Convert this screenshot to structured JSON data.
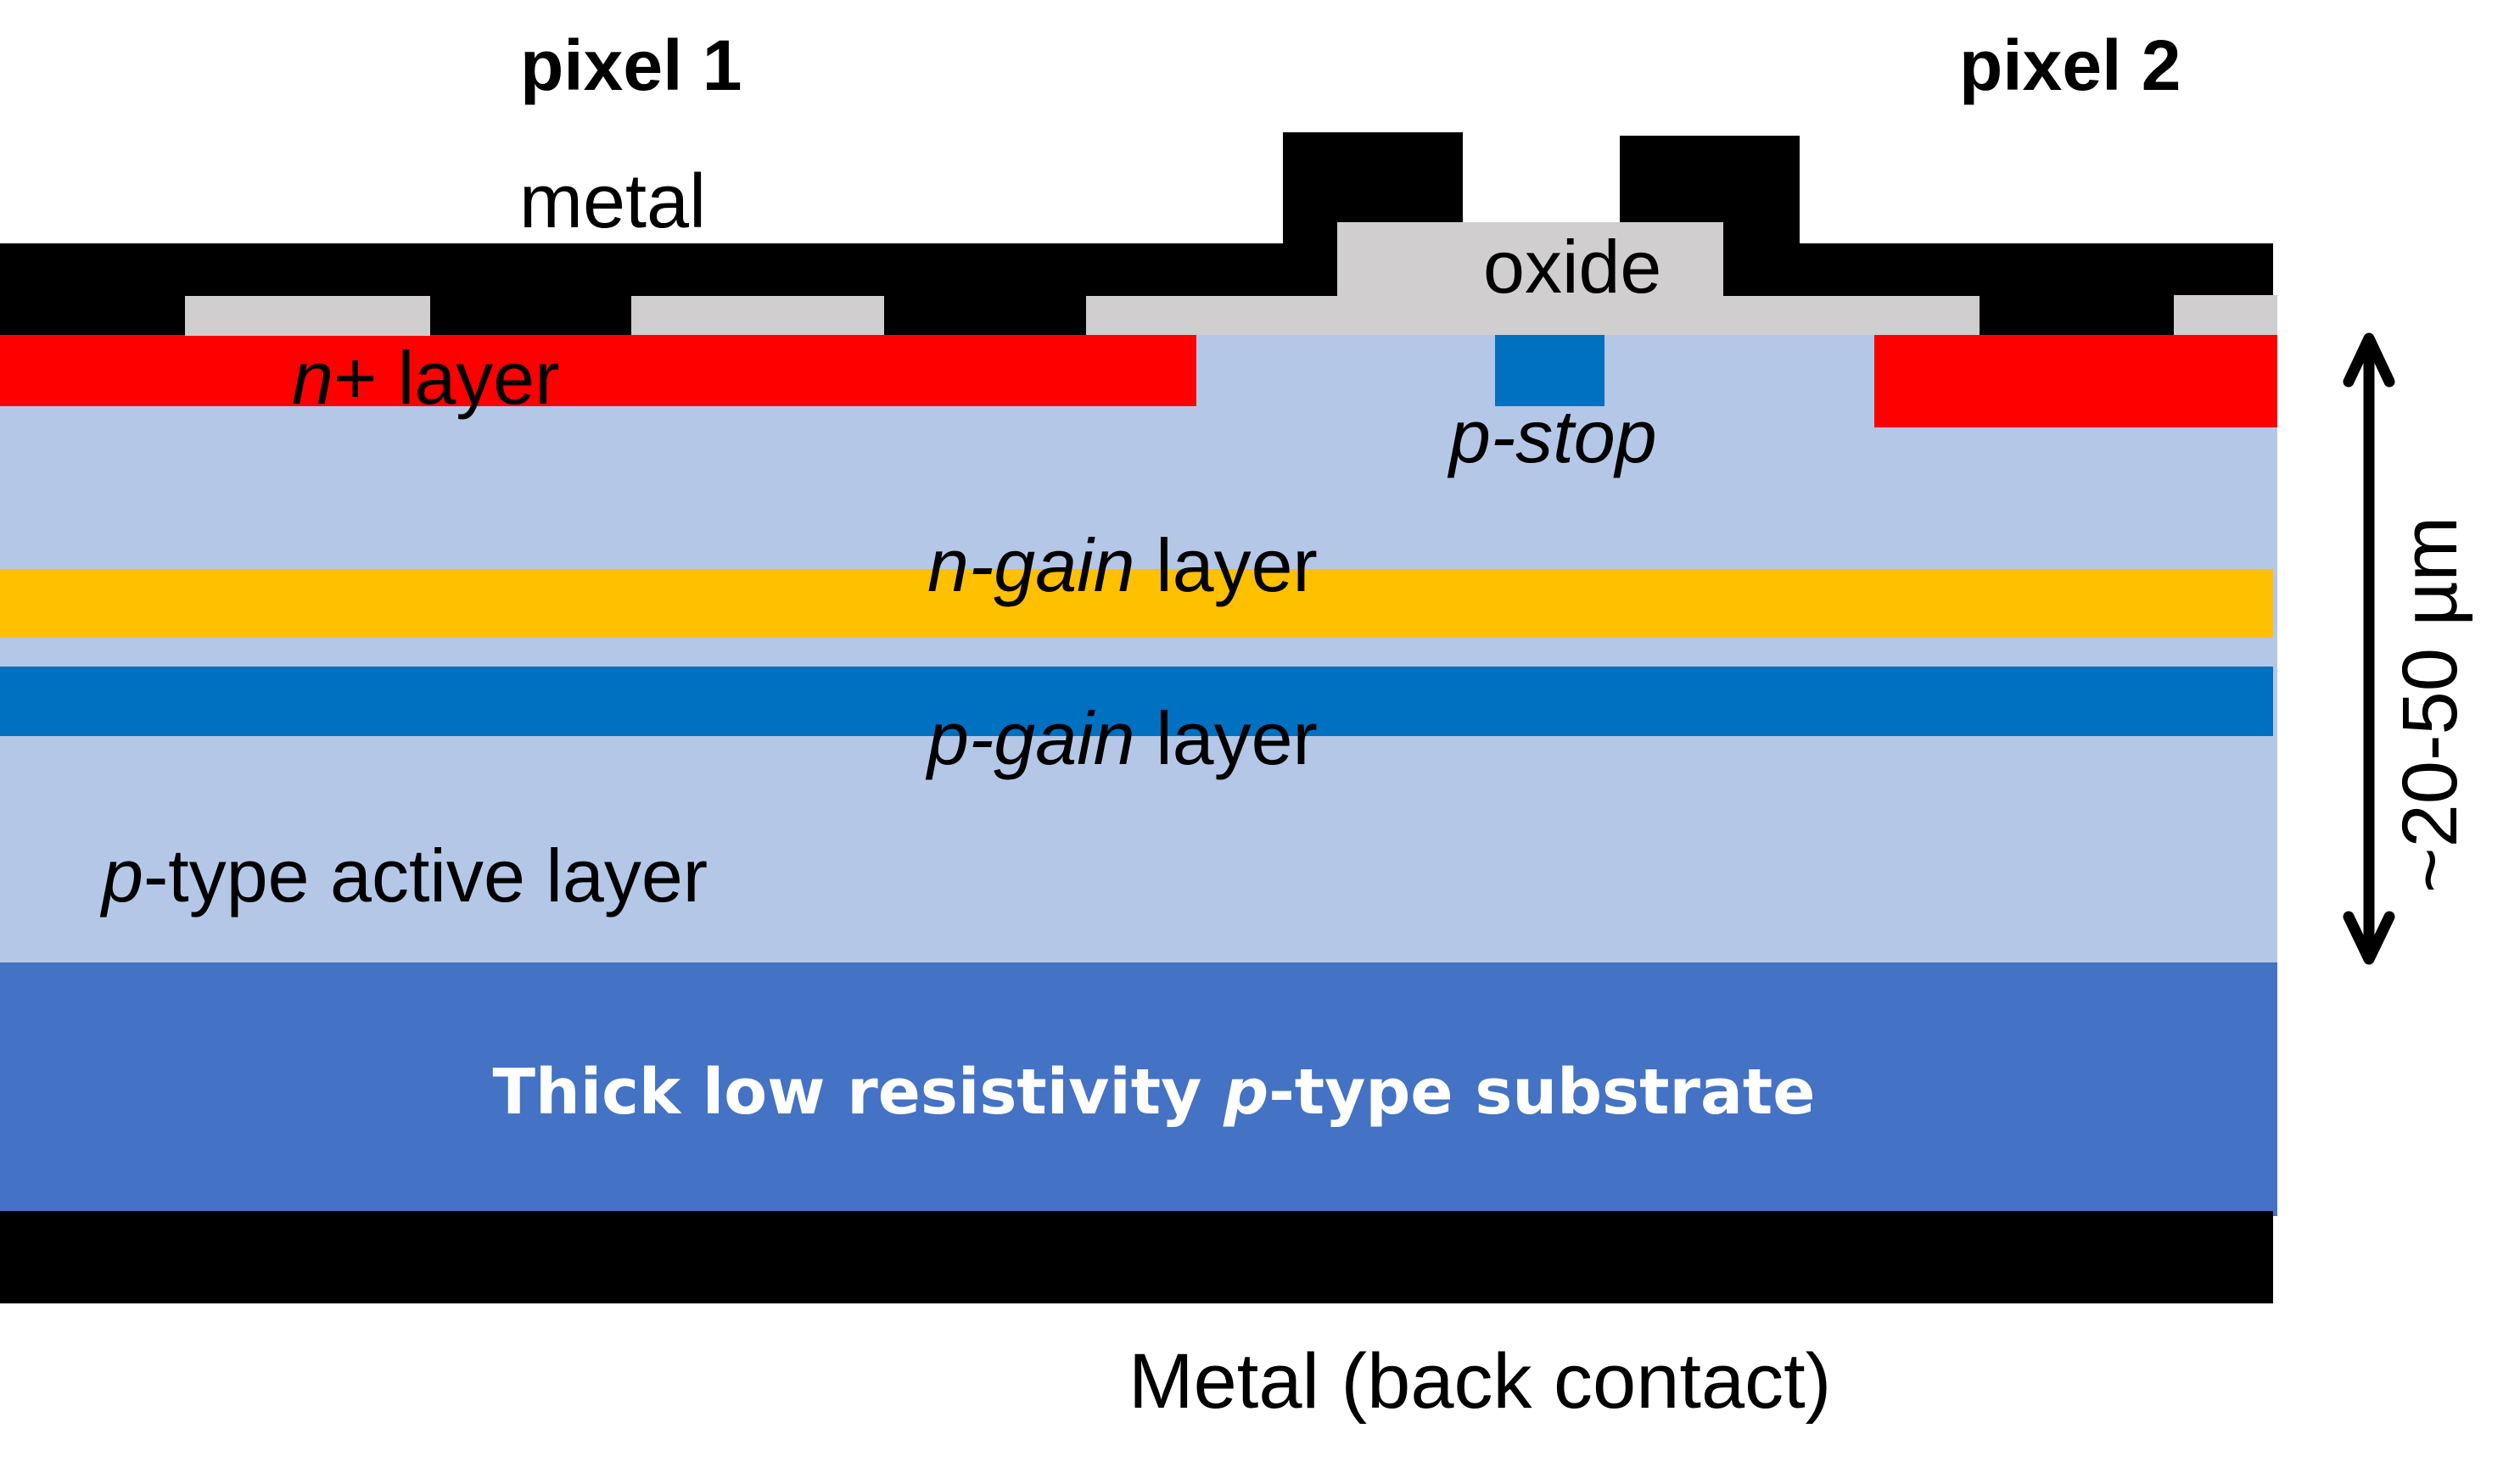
{
  "figure": {
    "title": "LGAD pixel sensor cross-section",
    "colors": {
      "metal": "#000000",
      "oxide": "#D0CECE",
      "n_plus": "#FF0000",
      "p_type_active": "#B4C7E7",
      "n_gain": "#FFC000",
      "p_gain": "#0070C0",
      "p_stop": "#0070C0",
      "substrate": "#4472C4",
      "substrate_text": "#FFFFFF",
      "text": "#000000"
    }
  },
  "labels": {
    "pixel1": "pixel 1",
    "pixel2": "pixel 2",
    "metal": "metal",
    "oxide": "oxide",
    "n_plus_italic": "n",
    "n_plus_rest": "+ layer",
    "p_stop": "p-stop",
    "n_gain_italic": "n-gain",
    "n_gain_rest": " layer",
    "p_gain_italic": "p-gain",
    "p_gain_rest": " layer",
    "p_type_italic": "p",
    "p_type_rest": "-type active layer",
    "substrate_pre": "Thick low resistivity ",
    "substrate_italic": "p",
    "substrate_post": "-type substrate",
    "back_contact": "Metal (back contact)",
    "thickness": "~20-50 µm"
  },
  "dimension_arrow": {
    "icon": "double-headed-vertical-arrow",
    "value": "~20-50 µm"
  }
}
